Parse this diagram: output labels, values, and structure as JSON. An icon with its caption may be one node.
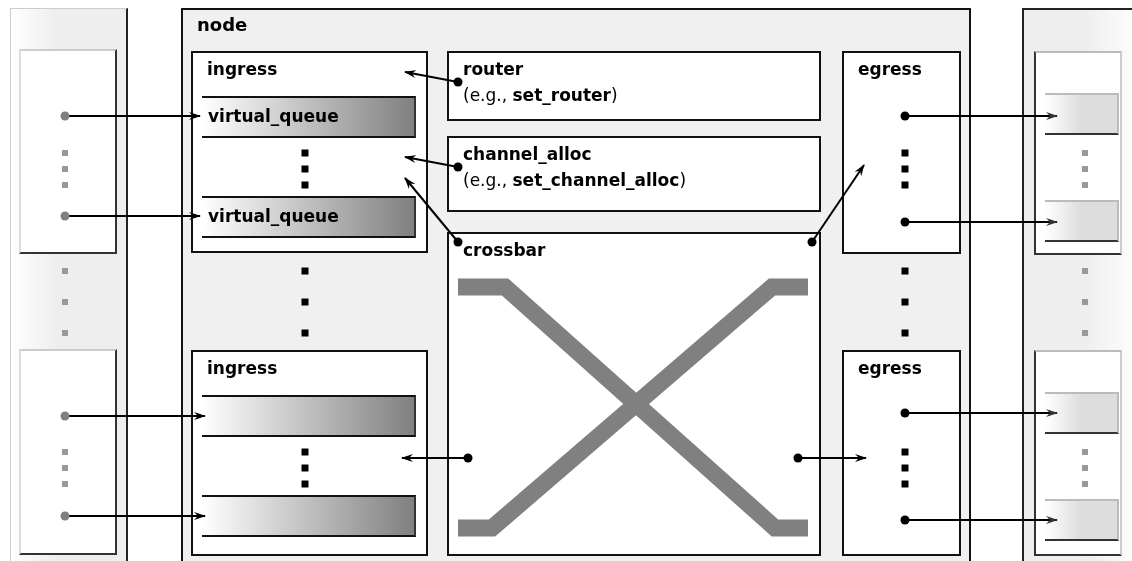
{
  "diagram": {
    "nodes": [
      {
        "text": [],
        "shape": "box"
      },
      {
        "text": [],
        "shape": "box",
        "in": 0
      },
      {
        "text": [],
        "shape": "box",
        "in": 0
      },
      {
        "text": [
          "node"
        ]
      },
      {
        "text": [
          "ingress"
        ],
        "in": 3
      },
      {
        "text": [
          "virtual_queue"
        ],
        "in": 4
      },
      {
        "text": [
          "virtual_queue"
        ],
        "in": 4
      },
      {
        "text": [
          "router",
          "(e.g., **set_router**)"
        ],
        "in": 3
      },
      {
        "text": [
          "channel_alloc",
          "(e.g., **set_channel_alloc**)"
        ],
        "in": 3
      },
      {
        "text": [
          "egress"
        ],
        "in": 3
      },
      {
        "text": [
          "crossbar"
        ],
        "in": 3
      },
      {
        "text": [
          "ingress"
        ],
        "in": 3
      },
      {
        "text": [],
        "shape": "bar",
        "in": 11
      },
      {
        "text": [],
        "shape": "bar",
        "in": 11
      },
      {
        "text": [
          "egress"
        ],
        "in": 3
      },
      {
        "text": [],
        "shape": "box"
      },
      {
        "text": [],
        "shape": "box",
        "in": 15
      },
      {
        "text": [],
        "shape": "bar",
        "in": 16
      },
      {
        "text": [],
        "shape": "bar",
        "in": 16
      },
      {
        "text": [],
        "shape": "box",
        "in": 15
      },
      {
        "text": [],
        "shape": "bar",
        "in": 19
      },
      {
        "text": [],
        "shape": "bar",
        "in": 19
      }
    ],
    "edges": [
      {
        "from": 1,
        "to": 5,
        "arrow": "to"
      },
      {
        "from": 1,
        "to": 6,
        "arrow": "to"
      },
      {
        "from": 2,
        "to": 12,
        "arrow": "to"
      },
      {
        "from": 2,
        "to": 13,
        "arrow": "to"
      },
      {
        "from": 7,
        "to": 4,
        "arrow": "to"
      },
      {
        "from": 8,
        "to": 4,
        "arrow": "to"
      },
      {
        "from": 10,
        "to": 4,
        "arrow": "to"
      },
      {
        "from": 10,
        "to": 9,
        "arrow": "to"
      },
      {
        "from": 10,
        "to": 11,
        "arrow": "to"
      },
      {
        "from": 10,
        "to": 14,
        "arrow": "to"
      },
      {
        "from": 9,
        "to": 17,
        "arrow": "to"
      },
      {
        "from": 9,
        "to": 18,
        "arrow": "to"
      },
      {
        "from": 14,
        "to": 20,
        "arrow": "to"
      },
      {
        "from": 14,
        "to": 21,
        "arrow": "to"
      }
    ]
  }
}
